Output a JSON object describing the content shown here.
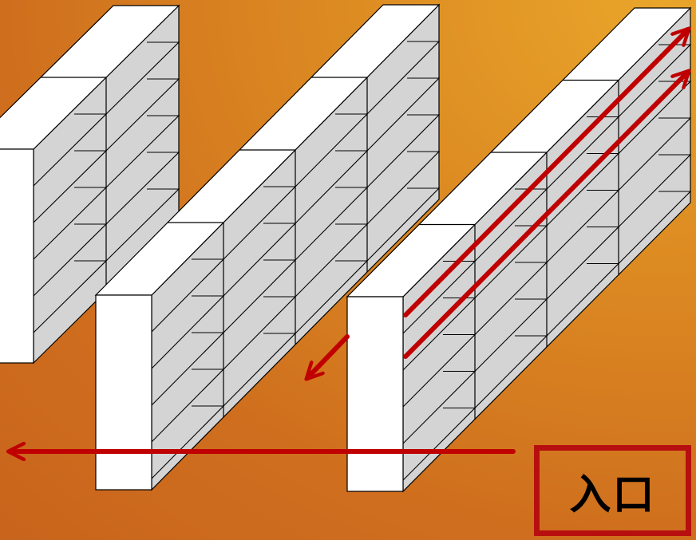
{
  "entrance": {
    "label": "入口"
  },
  "colors": {
    "shelf_front": "#ffffff",
    "shelf_side": "#d4d4d4",
    "outline": "#000000",
    "arrow": "#c00000",
    "frame": "#b70f0f"
  },
  "shelves": [
    {
      "name": "left-shelf-unit"
    },
    {
      "name": "middle-shelf-unit"
    },
    {
      "name": "right-shelf-unit"
    }
  ],
  "routes": [
    {
      "name": "aisle-route-arrow",
      "direction": "left"
    },
    {
      "name": "route-back-arrow",
      "direction": "down-left"
    },
    {
      "name": "route-up-arrow",
      "direction": "up-right"
    },
    {
      "name": "route-up-arrow",
      "direction": "up-right"
    }
  ]
}
